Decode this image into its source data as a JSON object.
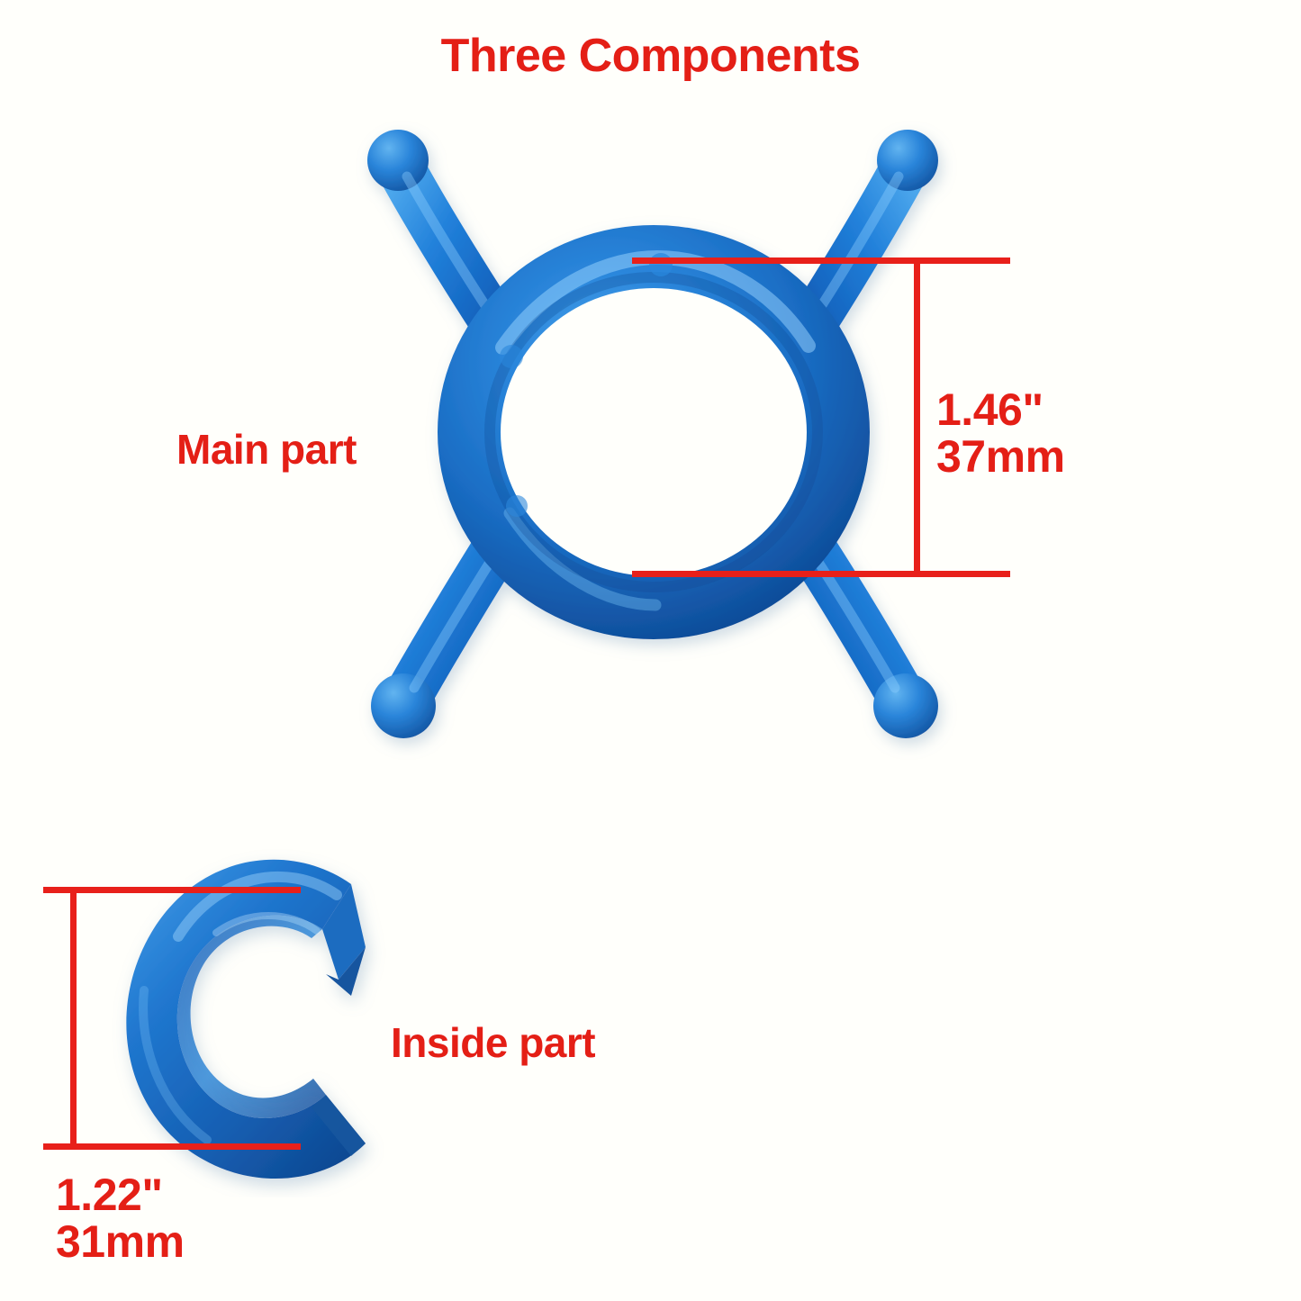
{
  "page": {
    "background_color": "#fffffb",
    "accent_red": "#e41f16",
    "part_blue": "#1f74cf",
    "part_blue_dark": "#124a96",
    "part_blue_light": "#4aa3e8"
  },
  "title": {
    "text": "Three Components"
  },
  "parts": [
    {
      "id": "main-part",
      "label": "Main part",
      "shape": "ring-with-four-legs",
      "dimension": {
        "inches": "1.46\"",
        "millimeters": "37mm",
        "orientation": "vertical",
        "measures": "ring outer height"
      }
    },
    {
      "id": "inside-part",
      "label": "Inside part",
      "shape": "c-split-ring",
      "dimension": {
        "inches": "1.22\"",
        "millimeters": "31mm",
        "orientation": "vertical",
        "measures": "ring outer height"
      }
    }
  ],
  "dimensions": {
    "main": {
      "inches": "1.46\"",
      "millimeters": "37mm"
    },
    "inside": {
      "inches": "1.22\"",
      "millimeters": "31mm"
    }
  },
  "labels": {
    "main_part": "Main part",
    "inside_part": "Inside part"
  }
}
